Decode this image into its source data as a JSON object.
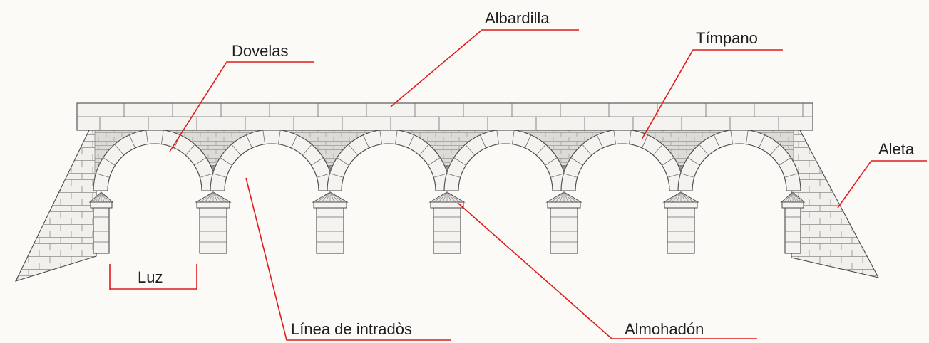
{
  "labels": {
    "albardilla": "Albardilla",
    "dovelas": "Dovelas",
    "timpano": "Tímpano",
    "aleta": "Aleta",
    "luz": "Luz",
    "linea_intrados": "Línea de intradòs",
    "almohadon": "Almohadón"
  },
  "colors": {
    "leader": "#e11a1a",
    "stone": "#f4f3ef",
    "brick_fill": "#d9d8d3",
    "spandrel_dark": "#8d8d8b",
    "outline": "#4a4a4a"
  },
  "bridge": {
    "arch_count": 6
  }
}
